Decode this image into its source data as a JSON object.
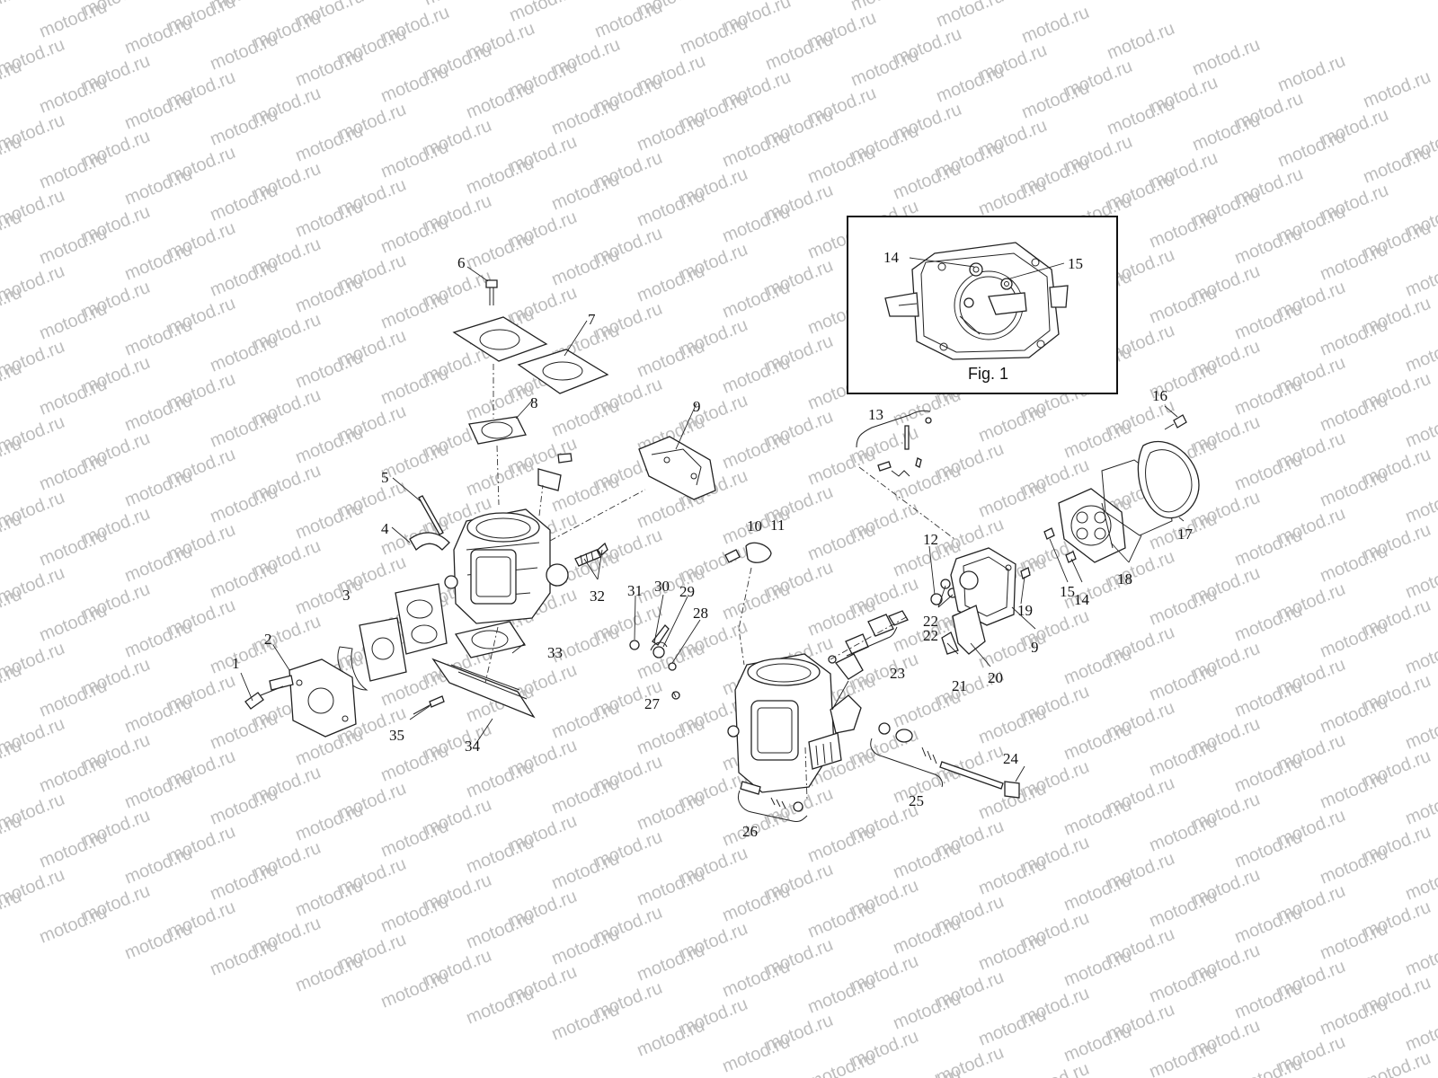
{
  "watermark": {
    "text": "motod.ru"
  },
  "inset": {
    "caption": "Fig. 1",
    "callouts": [
      "14",
      "15"
    ]
  },
  "callouts": [
    "1",
    "2",
    "3",
    "4",
    "5",
    "6",
    "7",
    "8",
    "9",
    "9",
    "10",
    "11",
    "12",
    "13",
    "14",
    "15",
    "16",
    "17",
    "18",
    "19",
    "20",
    "21",
    "22",
    "22",
    "23",
    "24",
    "25",
    "26",
    "27",
    "28",
    "29",
    "30",
    "31",
    "32",
    "33",
    "34",
    "35"
  ]
}
